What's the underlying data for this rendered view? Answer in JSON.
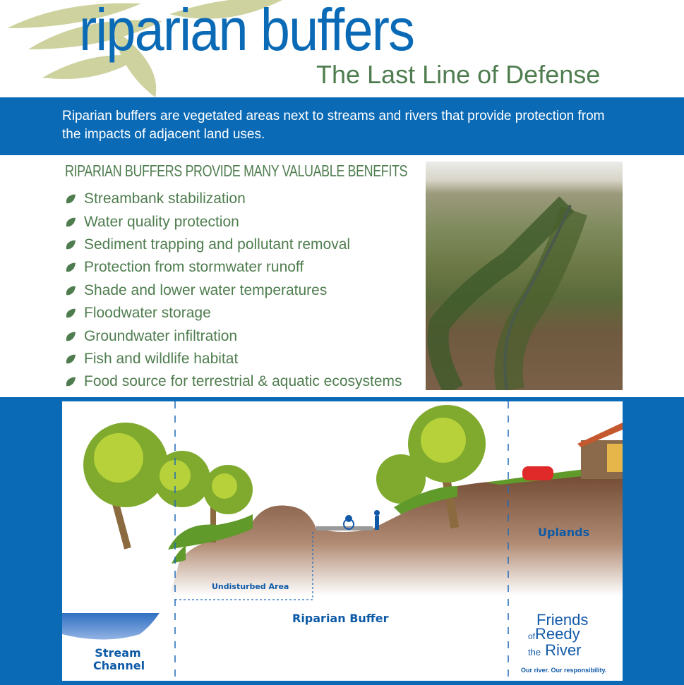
{
  "header": {
    "title": "riparian buffers",
    "subtitle": "The Last Line of Defense"
  },
  "intro": "Riparian buffers are vegetated areas next to streams and rivers that provide protection from the impacts of adjacent land uses.",
  "benefits": {
    "heading": "RIPARIAN BUFFERS PROVIDE MANY VALUABLE BENEFITS",
    "items": [
      "Streambank stabilization",
      "Water quality protection",
      "Sediment trapping and pollutant removal",
      "Protection from stormwater runoff",
      "Shade and lower water temperatures",
      "Floodwater storage",
      "Groundwater infiltration",
      "Fish and wildlife habitat",
      "Food source for terrestrial & aquatic ecosystems"
    ]
  },
  "diagram": {
    "stream_channel": [
      "Stream",
      "Channel"
    ],
    "undisturbed_area": "Undisturbed Area",
    "riparian_buffer": "Riparian Buffer",
    "uplands": "Uplands"
  },
  "logo": {
    "line1": "Friends",
    "of": "of",
    "the": "the",
    "line2": "Reedy",
    "line3": "River",
    "tagline": "Our river. Our responsibility."
  },
  "colors": {
    "blue": "#0a6ab6",
    "green_text": "#4f7d4f",
    "soil": "#7a4f33"
  }
}
